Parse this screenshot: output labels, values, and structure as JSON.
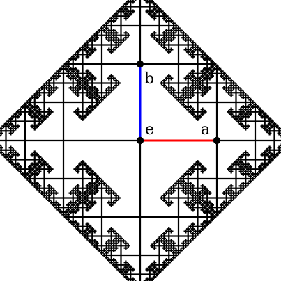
{
  "labels": {
    "a": "a",
    "b": "b",
    "e": "e"
  },
  "colors": {
    "tree": "#000000",
    "edge_ea": "#ff0000",
    "edge_eb": "#0000ff",
    "background": "#ffffff"
  },
  "fractal": {
    "type": "T-square tree",
    "depth": 7,
    "scale_ratio": 0.5
  }
}
